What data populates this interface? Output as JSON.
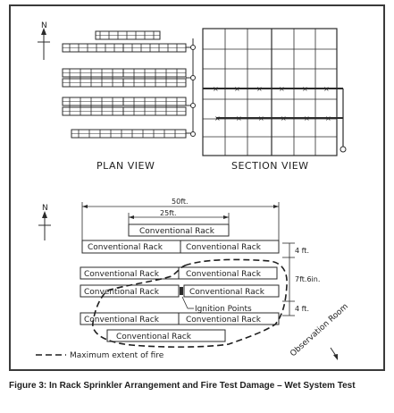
{
  "plan_view_label": "PLAN VIEW",
  "section_view_label": "SECTION VIEW",
  "north_label": "N",
  "dimensions": {
    "fifty_ft": "50ft.",
    "twentyfive_ft": "25ft.",
    "four_ft_top": "4 ft.",
    "seven_ft": "7ft.6in.",
    "four_ft_bottom": "4 ft."
  },
  "racks": {
    "top_single": "Conventional Rack",
    "row1_left": "Conventional Rack",
    "row1_right": "Conventional Rack",
    "row2_left": "Conventional Rack",
    "row2_right": "Conventional Rack",
    "row3_left": "Conventional Rack",
    "row3_right": "Conventional Rack",
    "row4_left": "Conventional Rack",
    "row4_right": "Conventional Rack",
    "bottom_single": "Conventional Rack"
  },
  "ignition_points_label": "Ignition Points",
  "observation_room_label": "Observation Room",
  "legend_label": "Maximum extent of fire",
  "caption": "Figure 3:  In Rack Sprinkler Arrangement and Fire Test Damage – Wet System Test"
}
